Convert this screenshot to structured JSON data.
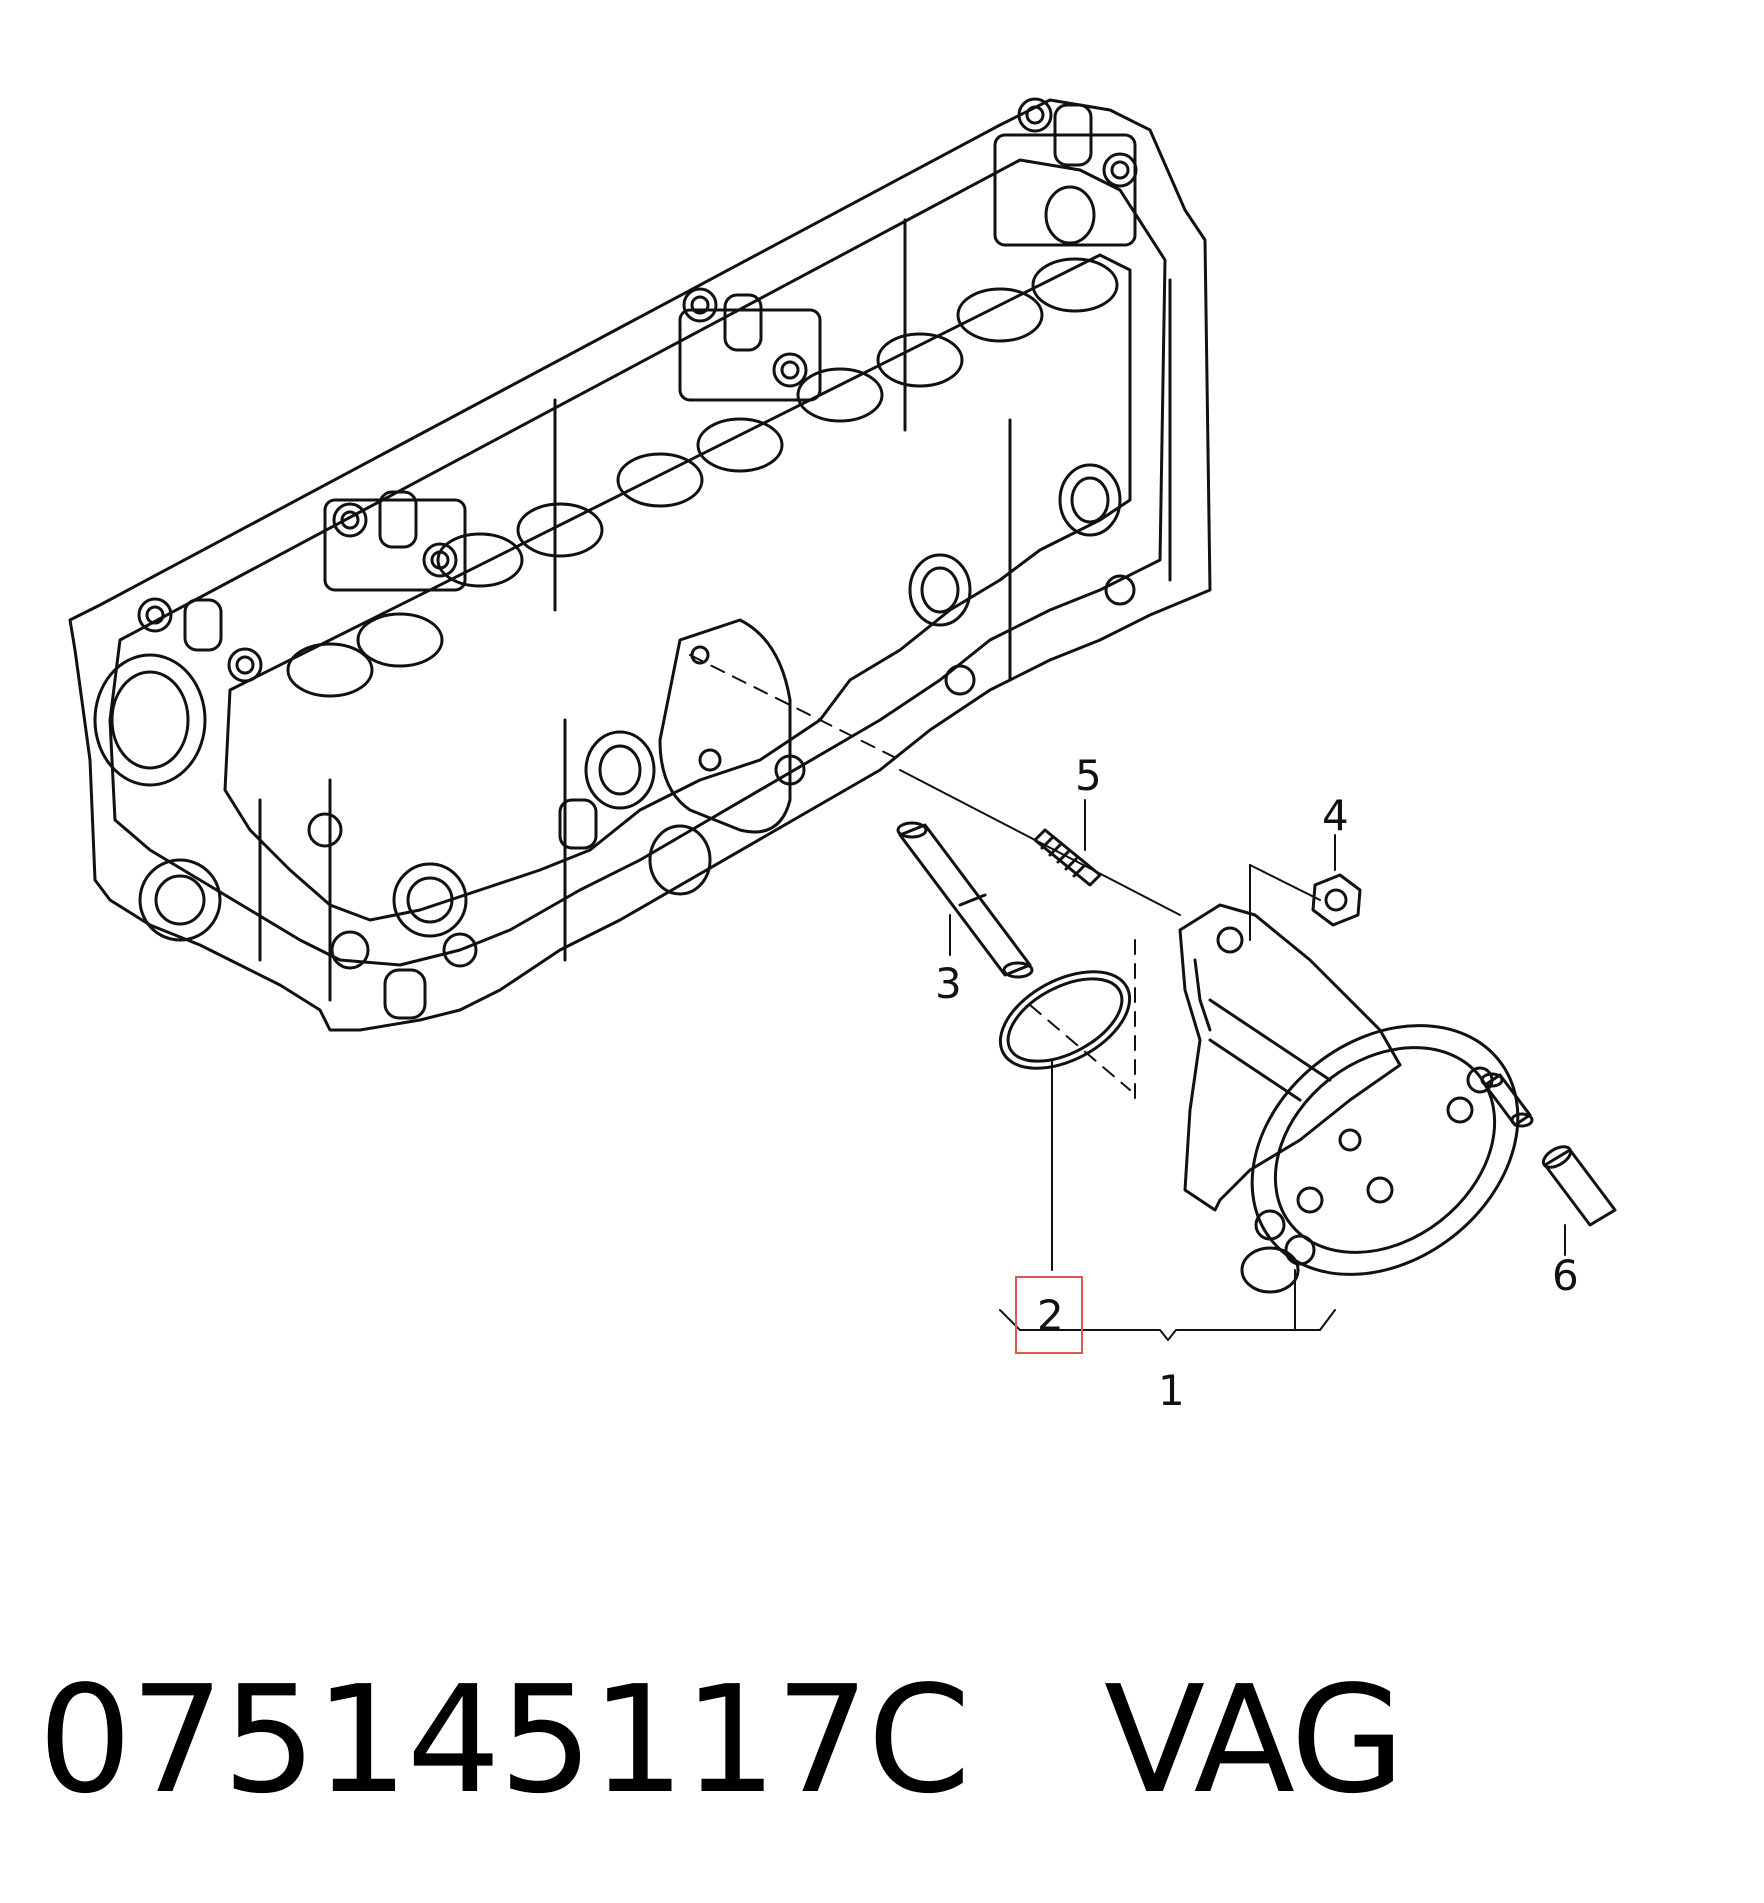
{
  "diagram": {
    "callouts": [
      {
        "id": "1",
        "label": "1"
      },
      {
        "id": "2",
        "label": "2",
        "highlighted": true
      },
      {
        "id": "3",
        "label": "3"
      },
      {
        "id": "4",
        "label": "4"
      },
      {
        "id": "5",
        "label": "5"
      },
      {
        "id": "6",
        "label": "6"
      }
    ],
    "highlight_color": "#e05656",
    "line_color": "#111111"
  },
  "caption": {
    "part_number": "075145117C",
    "brand": "VAG",
    "text": "075145117C   VAG"
  }
}
